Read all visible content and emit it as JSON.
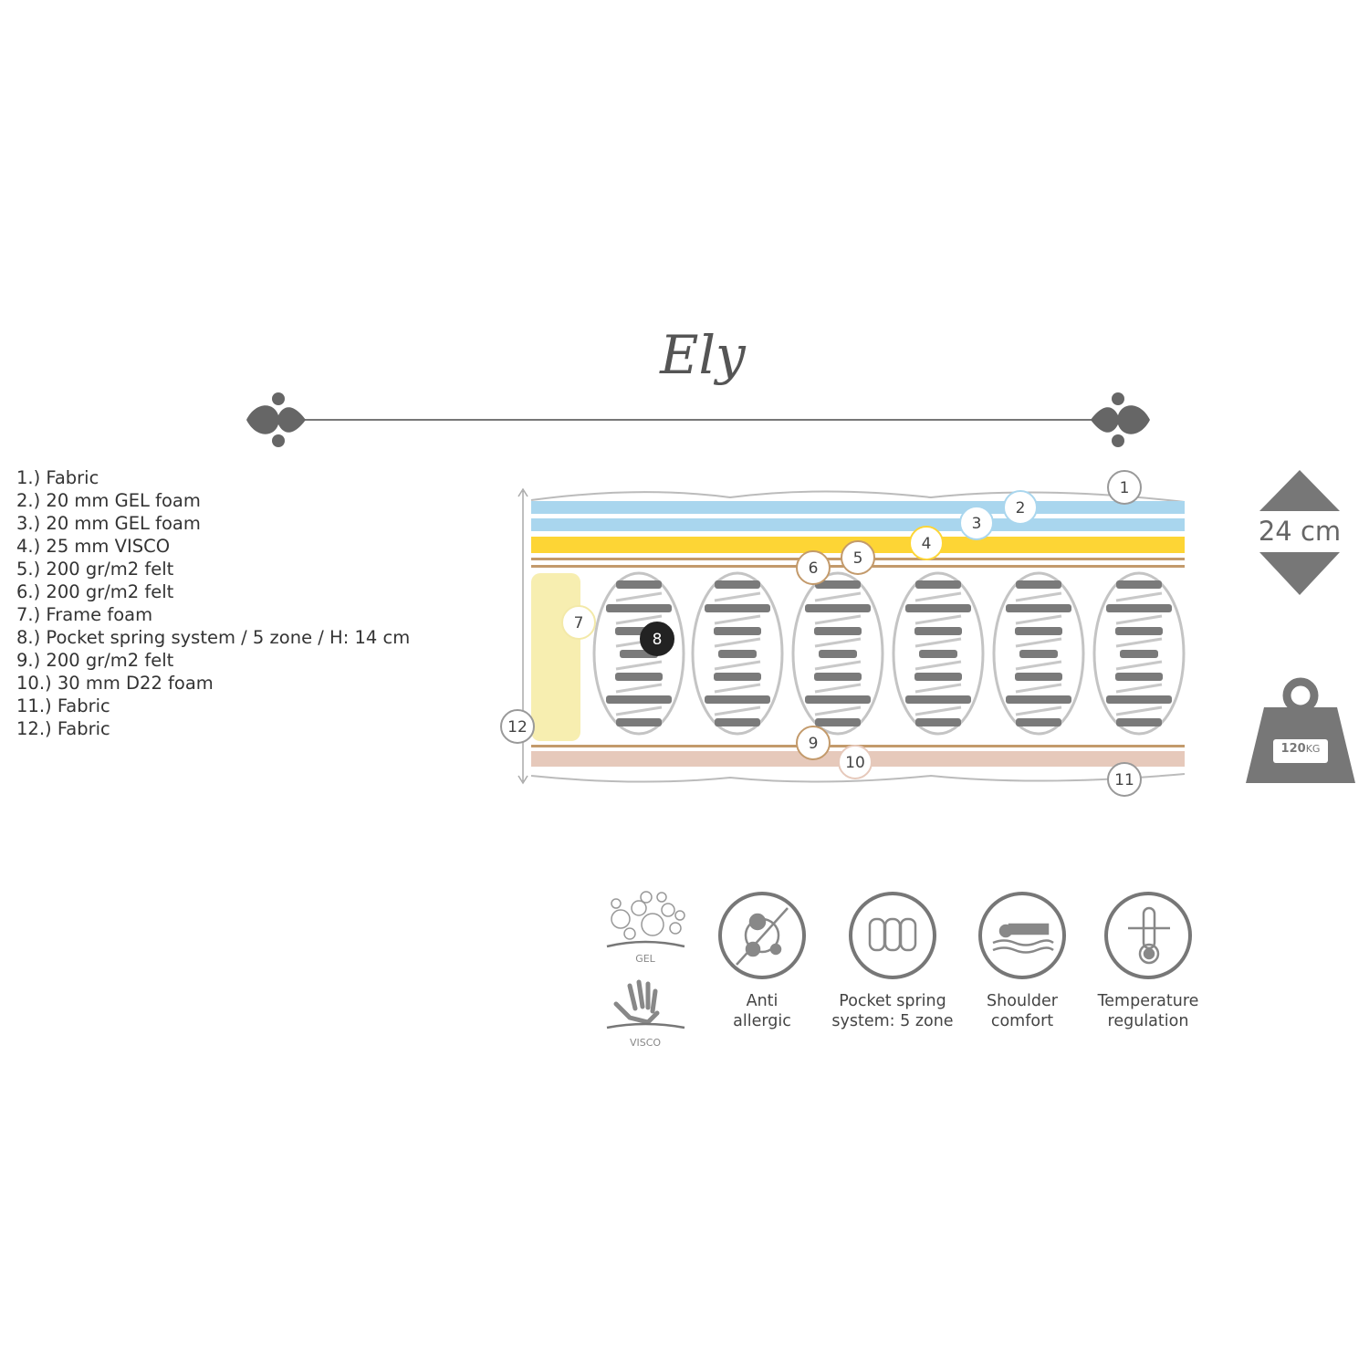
{
  "title": "Ely",
  "legend": [
    "1.) Fabric",
    "2.) 20 mm GEL foam",
    "3.) 20 mm GEL foam",
    "4.) 25 mm VISCO",
    "5.) 200 gr/m2 felt",
    "6.) 200 gr/m2 felt",
    "7.) Frame foam",
    "8.) Pocket spring system / 5 zone / H: 14 cm",
    "9.) 200 gr/m2 felt",
    "10.) 30 mm D22 foam",
    "11.) Fabric",
    "12.) Fabric"
  ],
  "callouts": [
    "1",
    "2",
    "3",
    "4",
    "5",
    "6",
    "7",
    "8",
    "9",
    "10",
    "11",
    "12"
  ],
  "height": "24 cm",
  "weight": {
    "value": "120",
    "unit": "KG"
  },
  "badges": {
    "gel": "GEL",
    "visco": "VISCO"
  },
  "features": [
    {
      "icon": "anti-allergic-icon",
      "line1": "Anti",
      "line2": "allergic"
    },
    {
      "icon": "pocket-spring-icon",
      "line1": "Pocket spring",
      "line2": "system: 5 zone"
    },
    {
      "icon": "shoulder-comfort-icon",
      "line1": "Shoulder",
      "line2": "comfort"
    },
    {
      "icon": "temperature-icon",
      "line1": "Temperature",
      "line2": "regulation"
    }
  ],
  "colors": {
    "gel": "#a9d6ee",
    "visco": "#fdd535",
    "felt": "#c39a6b",
    "frame": "#f7eeb0",
    "d22": "#e6c9bb",
    "spring": "#7a7a7a"
  }
}
